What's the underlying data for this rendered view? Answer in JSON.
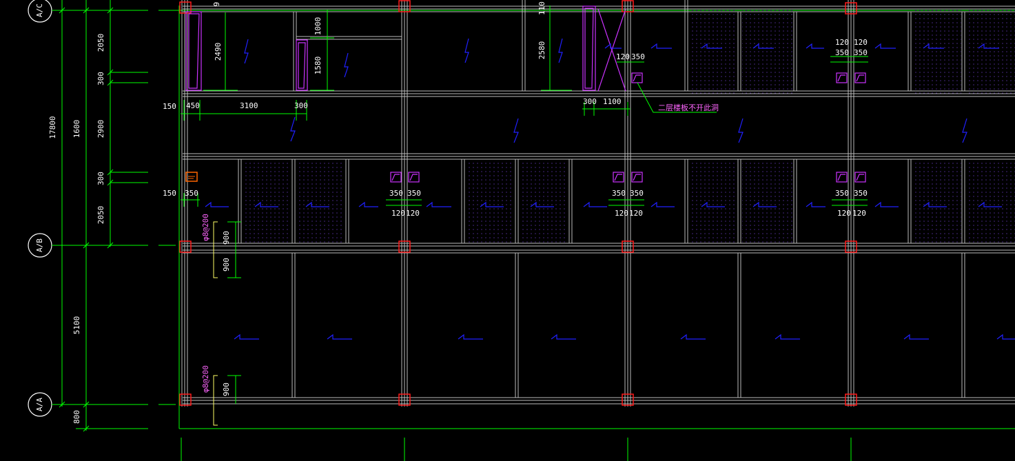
{
  "colors": {
    "background": "#000000",
    "dimension": "#00ff00",
    "wall": "#c8c8c8",
    "column": "#ff1a1a",
    "opening": "#cc33ff",
    "slab_arrow": "#1a1aff",
    "text": "#ffffff",
    "rebar_leader": "#ffff66",
    "dot_fill": "#3a1a6a"
  },
  "axes": {
    "top": "A/C",
    "middle": "A/B",
    "bottom": "A/A"
  },
  "left_dims": {
    "outer": "17800",
    "second_top": "1600",
    "second_bottom": "5100",
    "second_tail": "800",
    "third": [
      "2050",
      "300",
      "2900",
      "300",
      "2050"
    ]
  },
  "plan_dims": {
    "corridor_offset_top": "150",
    "corridor_offset_bottom": "150",
    "seg_450": "450",
    "seg_3100": "3100",
    "seg_300_a": "300",
    "room_h_2490": "2490",
    "room_h_1000": "1000",
    "room_h_1580": "1580",
    "room_h_2580": "2580",
    "small_110": "110",
    "top_9": "9",
    "seg_300_b": "300",
    "seg_1100": "1100",
    "left_350": "350",
    "pair_350": "350",
    "pair_120": "120",
    "rebar_900": "900"
  },
  "notes": {
    "opening_note": "二层楼板不开此洞",
    "rebar_top": "φ8@200",
    "rebar_bottom": "φ8@200"
  }
}
